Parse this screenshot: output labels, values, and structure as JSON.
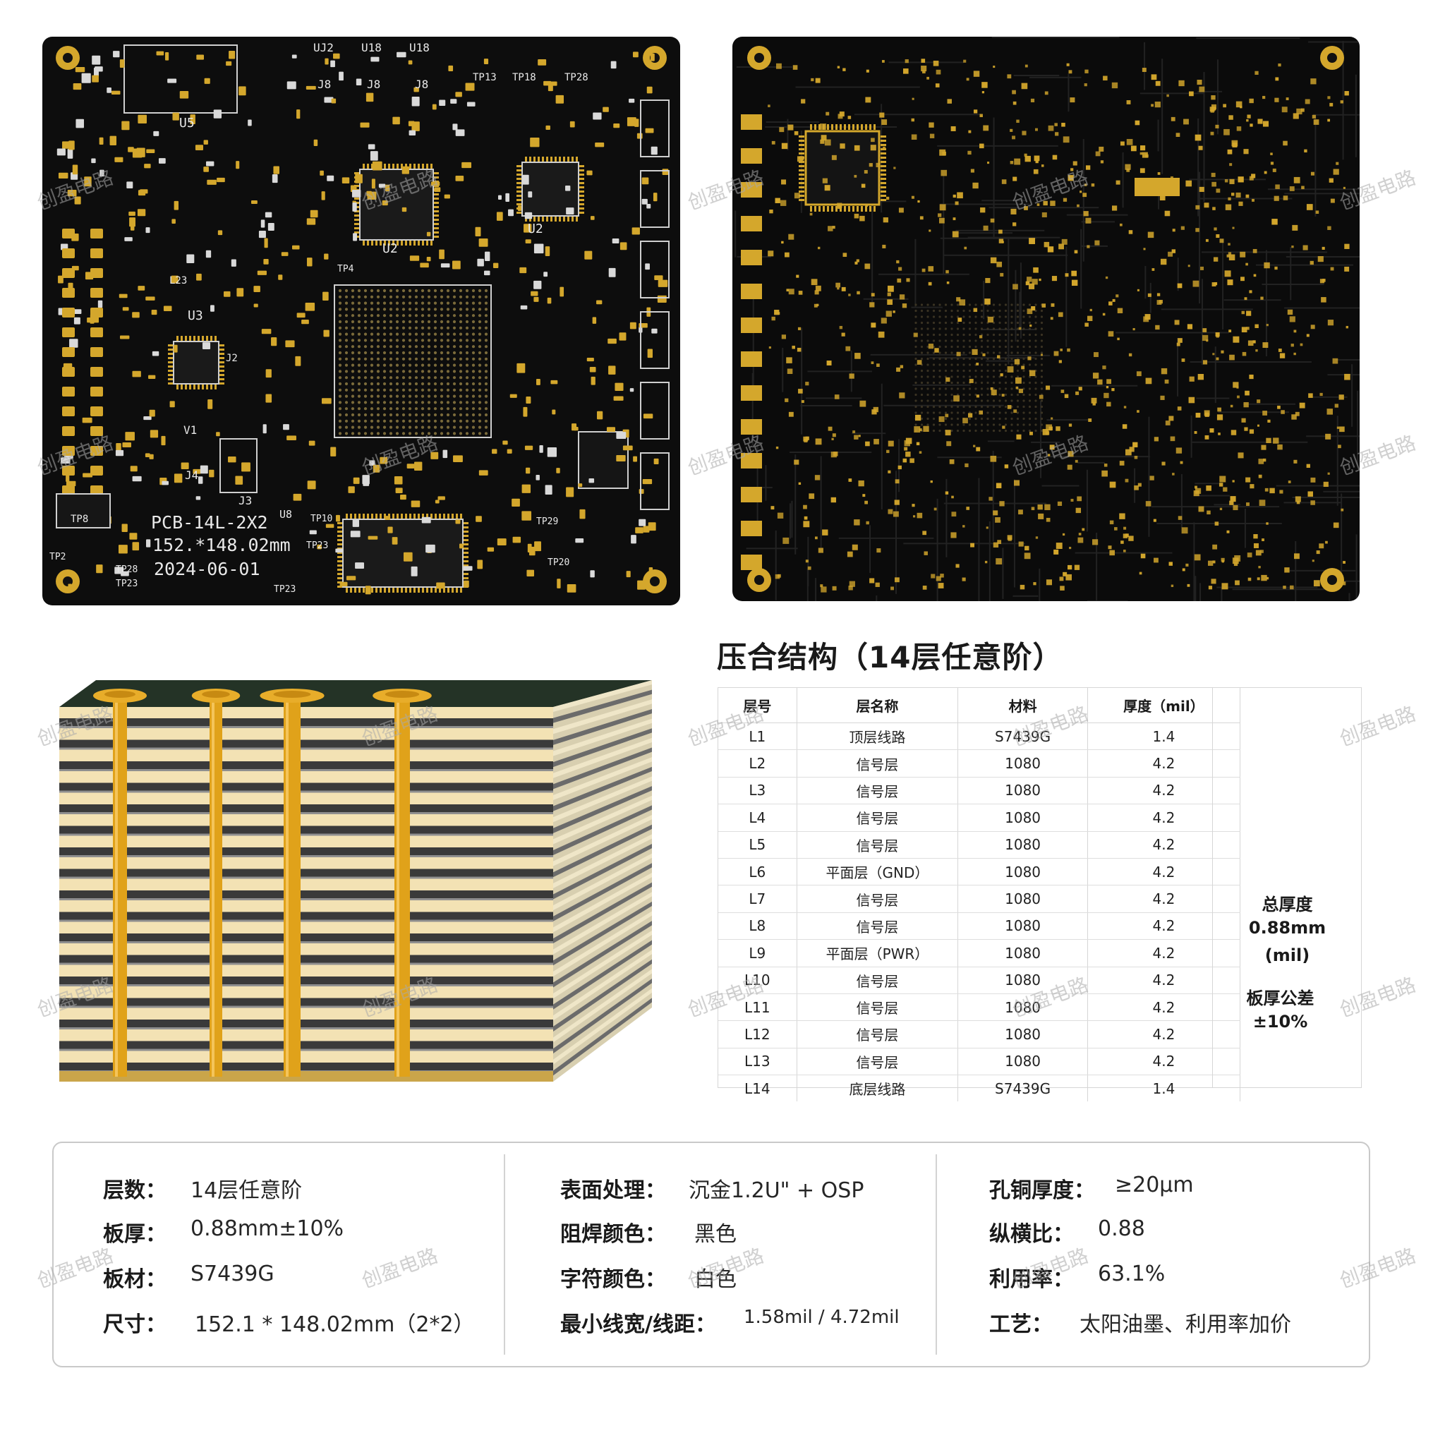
{
  "pcb_top": {
    "board_label": "PCB-14L-2X2",
    "board_size": "152.*148.02mm",
    "board_date": "2024-06-01",
    "silk_labels": [
      "U5",
      "U2",
      "U3",
      "U2",
      "J3",
      "J4",
      "V1",
      "U8",
      "UJ2",
      "U18",
      "U18",
      "J8",
      "J8",
      "J8",
      "TP13",
      "TP18",
      "TP28",
      "TP8",
      "TP2",
      "TP28",
      "TP23",
      "TP23",
      "TP29",
      "TP20",
      "L23",
      "J2",
      "TP4",
      "TP10",
      "TP23"
    ]
  },
  "stackup": {
    "title": "压合结构（14层任意阶）",
    "headers": [
      "层号",
      "层名称",
      "材料",
      "厚度（mil）"
    ],
    "rows": [
      [
        "L1",
        "顶层线路",
        "S7439G",
        "1.4"
      ],
      [
        "L2",
        "信号层",
        "1080",
        "4.2"
      ],
      [
        "L3",
        "信号层",
        "1080",
        "4.2"
      ],
      [
        "L4",
        "信号层",
        "1080",
        "4.2"
      ],
      [
        "L5",
        "信号层",
        "1080",
        "4.2"
      ],
      [
        "L6",
        "平面层（GND）",
        "1080",
        "4.2"
      ],
      [
        "L7",
        "信号层",
        "1080",
        "4.2"
      ],
      [
        "L8",
        "信号层",
        "1080",
        "4.2"
      ],
      [
        "L9",
        "平面层（PWR）",
        "1080",
        "4.2"
      ],
      [
        "L10",
        "信号层",
        "1080",
        "4.2"
      ],
      [
        "L11",
        "信号层",
        "1080",
        "4.2"
      ],
      [
        "L12",
        "信号层",
        "1080",
        "4.2"
      ],
      [
        "L13",
        "信号层",
        "1080",
        "4.2"
      ],
      [
        "L14",
        "底层线路",
        "S7439G",
        "1.4"
      ]
    ],
    "total_label": "总厚度",
    "total_value": "0.88mm",
    "total_unit": "(mil)",
    "tolerance_label": "板厚公差",
    "tolerance_value": "±10%"
  },
  "specs": {
    "col1": [
      {
        "label": "层数：",
        "value": "14层任意阶"
      },
      {
        "label": "板厚：",
        "value": "0.88mm±10%"
      },
      {
        "label": "板材：",
        "value": "S7439G"
      },
      {
        "label": "尺寸：",
        "value": "152.1 * 148.02mm（2*2）"
      }
    ],
    "col2": [
      {
        "label": "表面处理：",
        "value": "沉金1.2U\" + OSP"
      },
      {
        "label": "阻焊颜色：",
        "value": "黑色"
      },
      {
        "label": "字符颜色：",
        "value": "白色"
      },
      {
        "label": "最小线宽/线距：",
        "value": "1.58mil / 4.72mil"
      }
    ],
    "col3": [
      {
        "label": "孔铜厚度：",
        "value": "≥20μm"
      },
      {
        "label": "纵横比：",
        "value": "0.88"
      },
      {
        "label": "利用率：",
        "value": "63.1%"
      },
      {
        "label": "工艺：",
        "value": "太阳油墨、利用率加价"
      }
    ]
  },
  "watermark": "创盈电路",
  "colors": {
    "board": "#0d0d0d",
    "gold": "#d4a72c",
    "copper_via": "#e0a21a",
    "prepreg": "#f3e2b4",
    "core": "#3a3a3a"
  }
}
